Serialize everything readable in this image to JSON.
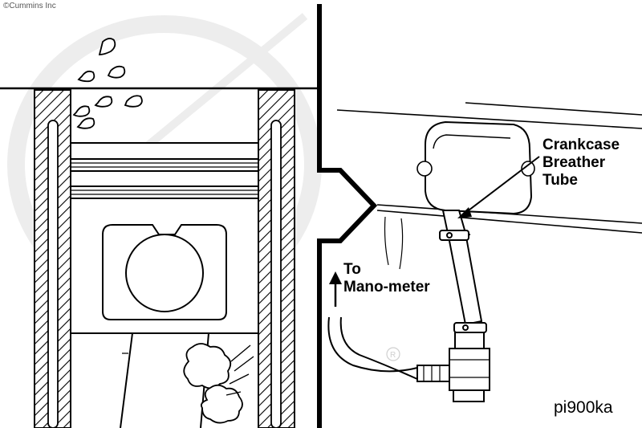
{
  "copyright": "©Cummins Inc",
  "labels": {
    "crankcase_line1": "Crankcase",
    "crankcase_line2": "Breather",
    "crankcase_line3": "Tube",
    "mano_line1": "To",
    "mano_line2": "Mano-meter"
  },
  "figure_id": "pi900ka",
  "colors": {
    "ink": "#000000",
    "watermark": "#ededed",
    "paper": "#ffffff"
  },
  "icons": {
    "registered_mark": "®"
  }
}
